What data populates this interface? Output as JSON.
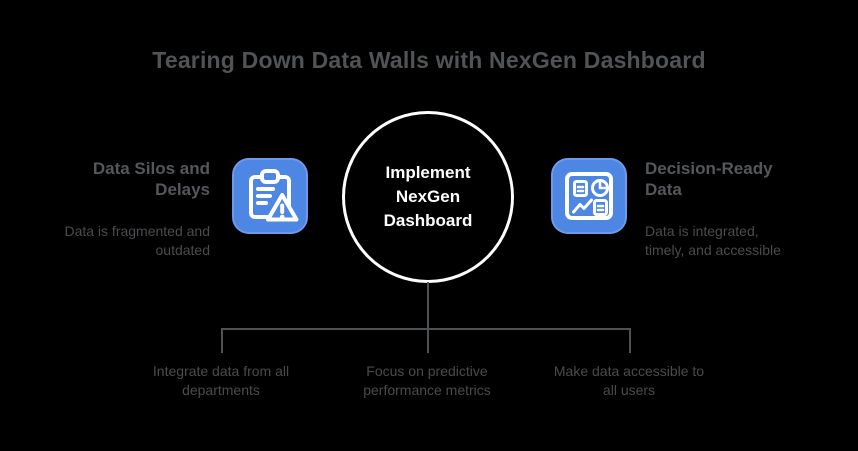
{
  "title": "Tearing Down Data Walls with NexGen Dashboard",
  "center_node": {
    "label": "Implement\nNexGen\nDashboard"
  },
  "problem": {
    "heading": "Data Silos and\nDelays",
    "description": "Data is fragmented and\noutdated",
    "icon": "clipboard-warning-icon"
  },
  "outcome": {
    "heading": "Decision-Ready\nData",
    "description": "Data is integrated,\ntimely, and accessible",
    "icon": "dashboard-icon"
  },
  "strategies": [
    "Integrate data from all\ndepartments",
    "Focus on predictive\nperformance metrics",
    "Make data accessible to\nall users"
  ],
  "colors": {
    "background": "#000000",
    "accent_blue": "#4d86e3",
    "accent_blue_light": "#6d9bec",
    "title_gray": "#515457",
    "heading_gray": "#54575b",
    "body_gray": "#494b4e",
    "line_gray": "#4f5254",
    "circle_border": "#ffffff",
    "circle_text": "#ffffff",
    "icon_stroke": "#ffffff"
  }
}
